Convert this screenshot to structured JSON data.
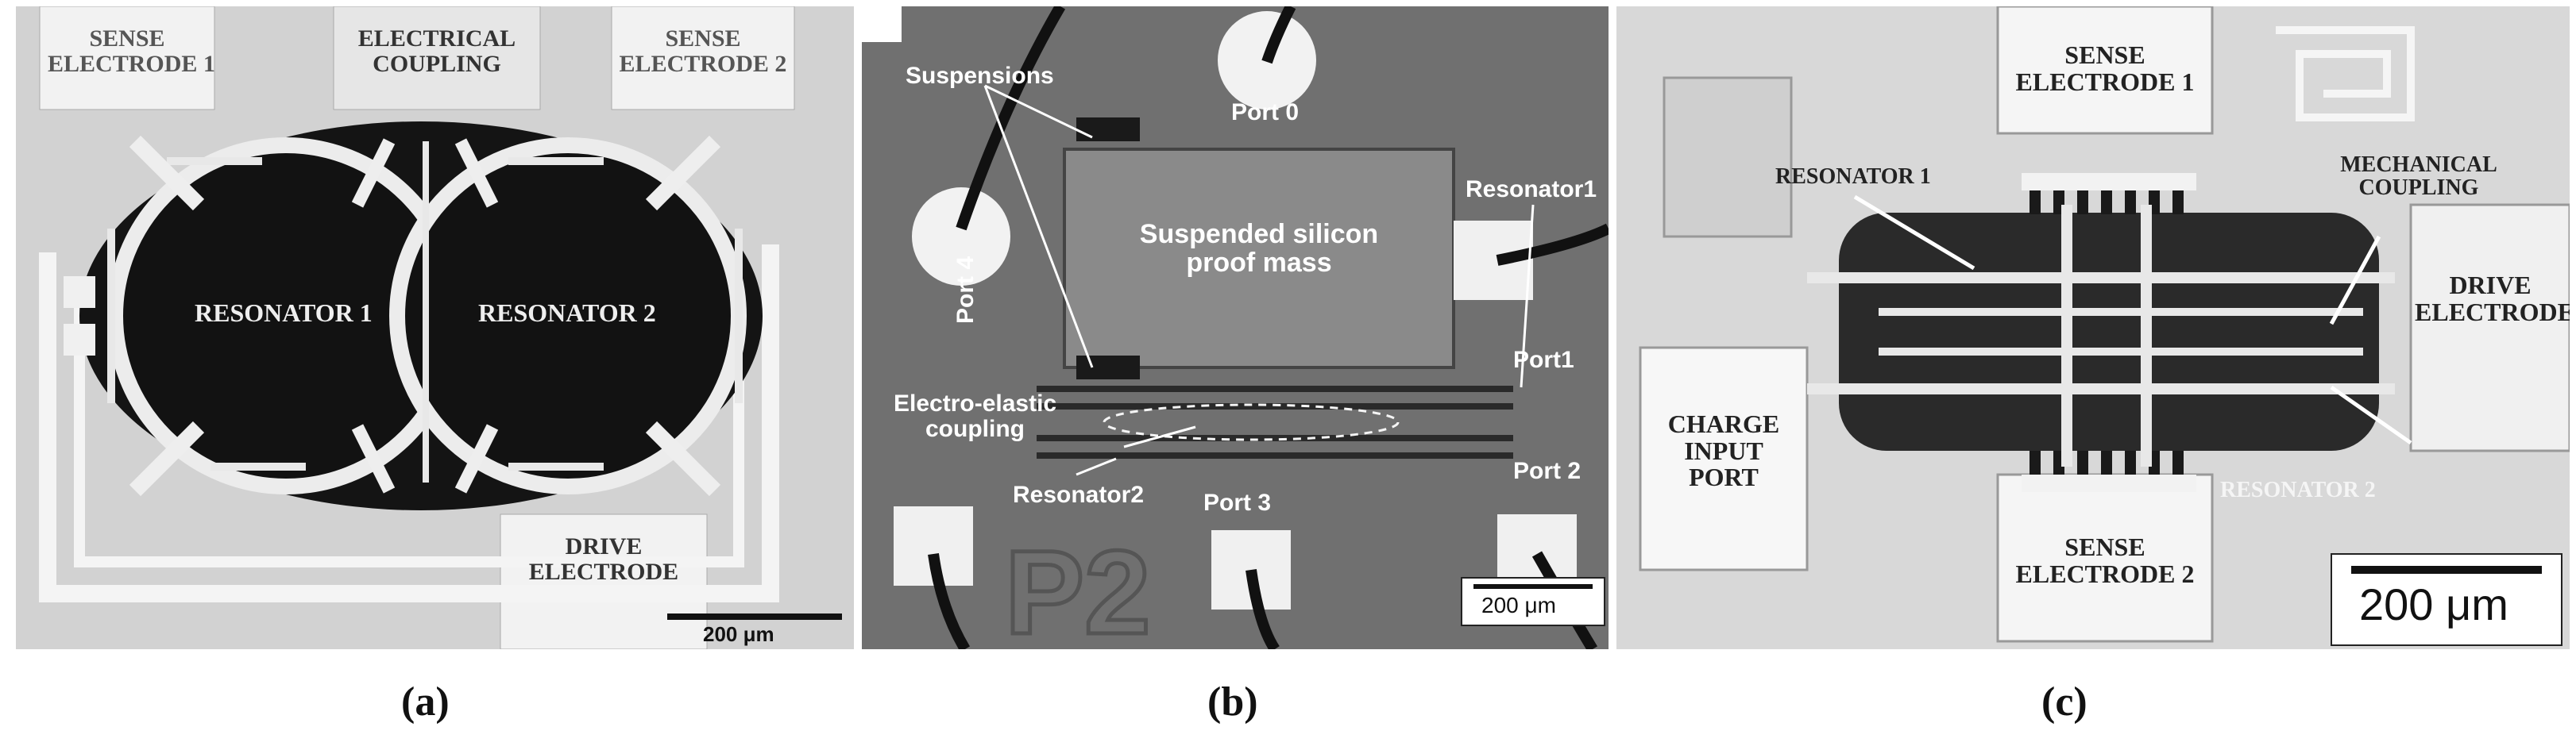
{
  "panel_a": {
    "labels": {
      "sense1": [
        "SENSE",
        "ELECTRODE 1"
      ],
      "coupling": [
        "ELECTRICAL",
        "COUPLING"
      ],
      "sense2": [
        "SENSE",
        "ELECTRODE 2"
      ],
      "res1": "RESONATOR 1",
      "res2": "RESONATOR 2",
      "drive": [
        "DRIVE",
        "ELECTRODE"
      ]
    },
    "scale": "200 μm",
    "caption": "(a)"
  },
  "panel_b": {
    "labels": {
      "suspensions": "Suspensions",
      "port0": "Port 0",
      "mass": [
        "Suspended silicon",
        "proof mass"
      ],
      "resonator1": "Resonator1",
      "port4": "Port 4",
      "port1": "Port1",
      "coupling": [
        "Electro-elastic",
        "coupling"
      ],
      "resonator2": "Resonator2",
      "port3": "Port 3",
      "port2": "Port 2",
      "p2": "P2"
    },
    "scale": "200 μm",
    "caption": "(b)"
  },
  "panel_c": {
    "labels": {
      "sense1": [
        "SENSE",
        "ELECTRODE 1"
      ],
      "res1": "RESONATOR 1",
      "mech": [
        "MECHANICAL",
        "COUPLING"
      ],
      "drive": [
        "DRIVE",
        "ELECTRODE"
      ],
      "charge": [
        "CHARGE",
        "INPUT",
        "PORT"
      ],
      "res2": "RESONATOR 2",
      "sense2": [
        "SENSE",
        "ELECTRODE 2"
      ]
    },
    "scale": "200 μm",
    "caption": "(c)"
  }
}
